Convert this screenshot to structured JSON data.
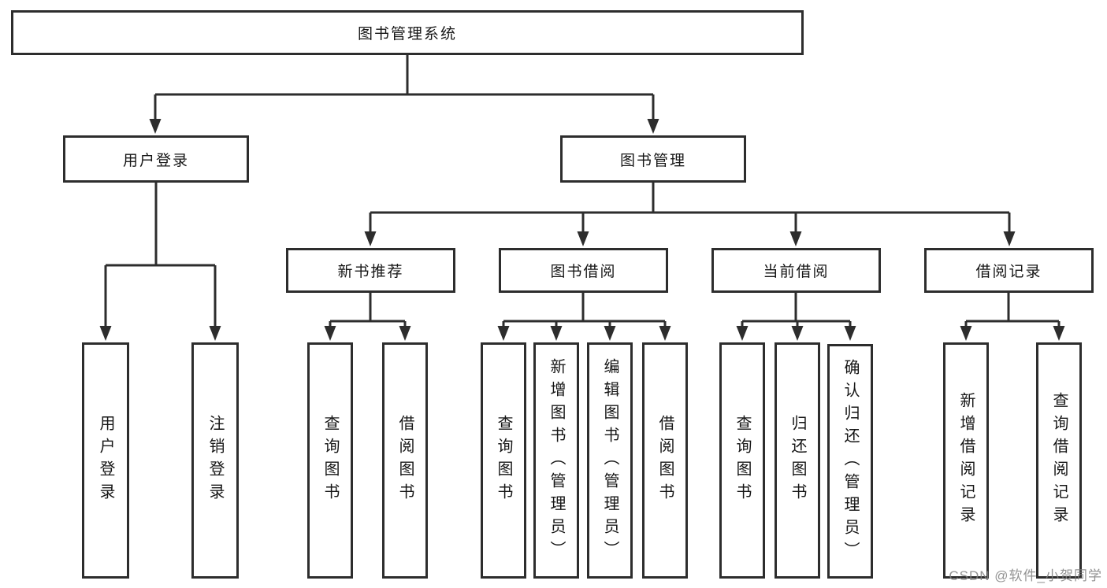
{
  "tree": {
    "label": "图书管理系统",
    "children": [
      {
        "label": "用户登录",
        "children": [
          {
            "label": "用户登录"
          },
          {
            "label": "注销登录"
          }
        ]
      },
      {
        "label": "图书管理",
        "children": [
          {
            "label": "新书推荐",
            "children": [
              {
                "label": "查询图书"
              },
              {
                "label": "借阅图书"
              }
            ]
          },
          {
            "label": "图书借阅",
            "children": [
              {
                "label": "查询图书"
              },
              {
                "label": "新增图书（管理员）"
              },
              {
                "label": "编辑图书（管理员）"
              },
              {
                "label": "借阅图书"
              }
            ]
          },
          {
            "label": "当前借阅",
            "children": [
              {
                "label": "查询图书"
              },
              {
                "label": "归还图书"
              },
              {
                "label": "确认归还（管理员）"
              }
            ]
          },
          {
            "label": "借阅记录",
            "children": [
              {
                "label": "新增借阅记录"
              },
              {
                "label": "查询借阅记录"
              }
            ]
          }
        ]
      }
    ]
  },
  "watermark": "CSDN @软件_小贺同学",
  "line_color": "#2d2d2d"
}
